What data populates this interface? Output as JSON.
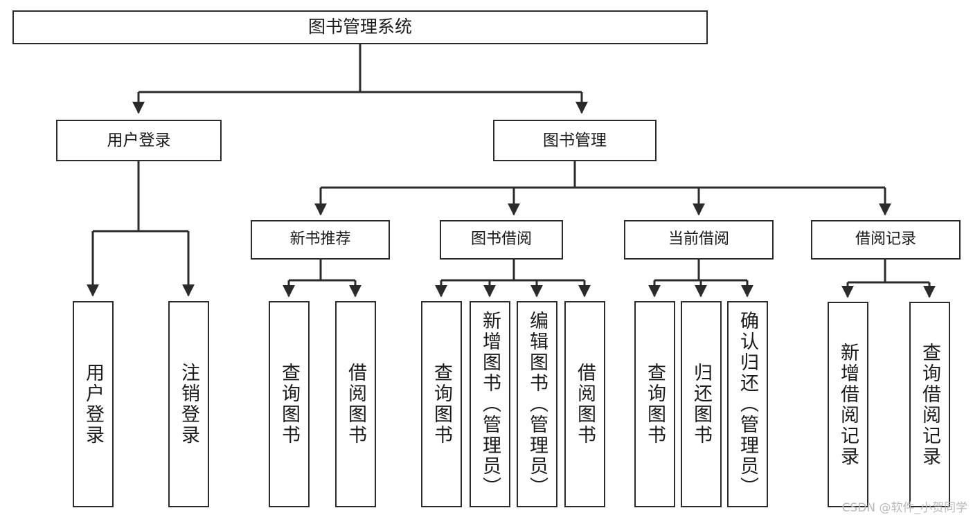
{
  "diagram": {
    "type": "tree-hierarchy",
    "title": "图书管理系统",
    "watermark": "CSDN @软件_小贺同学",
    "colors": {
      "stroke": "#2b2b2b",
      "fill": "#ffffff",
      "text": "#1a1a1a",
      "watermark": "#b9b9b9"
    },
    "nodes": {
      "root": {
        "label": "图书管理系统"
      },
      "tier1": [
        {
          "label": "用户登录"
        },
        {
          "label": "图书管理"
        }
      ],
      "tier2": [
        {
          "label": "新书推荐"
        },
        {
          "label": "图书借阅"
        },
        {
          "label": "当前借阅"
        },
        {
          "label": "借阅记录"
        }
      ],
      "leaves": {
        "user_login": [
          {
            "label": "用户登录"
          },
          {
            "label": "注销登录"
          }
        ],
        "new_book": [
          {
            "label": "查询图书"
          },
          {
            "label": "借阅图书"
          }
        ],
        "borrow_book": [
          {
            "label": "查询图书"
          },
          {
            "label": "新增图书（管理员）"
          },
          {
            "label": "编辑图书（管理员）"
          },
          {
            "label": "借阅图书"
          }
        ],
        "current_borrow": [
          {
            "label": "查询图书"
          },
          {
            "label": "归还图书"
          },
          {
            "label": "确认归还（管理员）"
          }
        ],
        "borrow_record": [
          {
            "label": "新增借阅记录"
          },
          {
            "label": "查询借阅记录"
          }
        ]
      }
    }
  }
}
